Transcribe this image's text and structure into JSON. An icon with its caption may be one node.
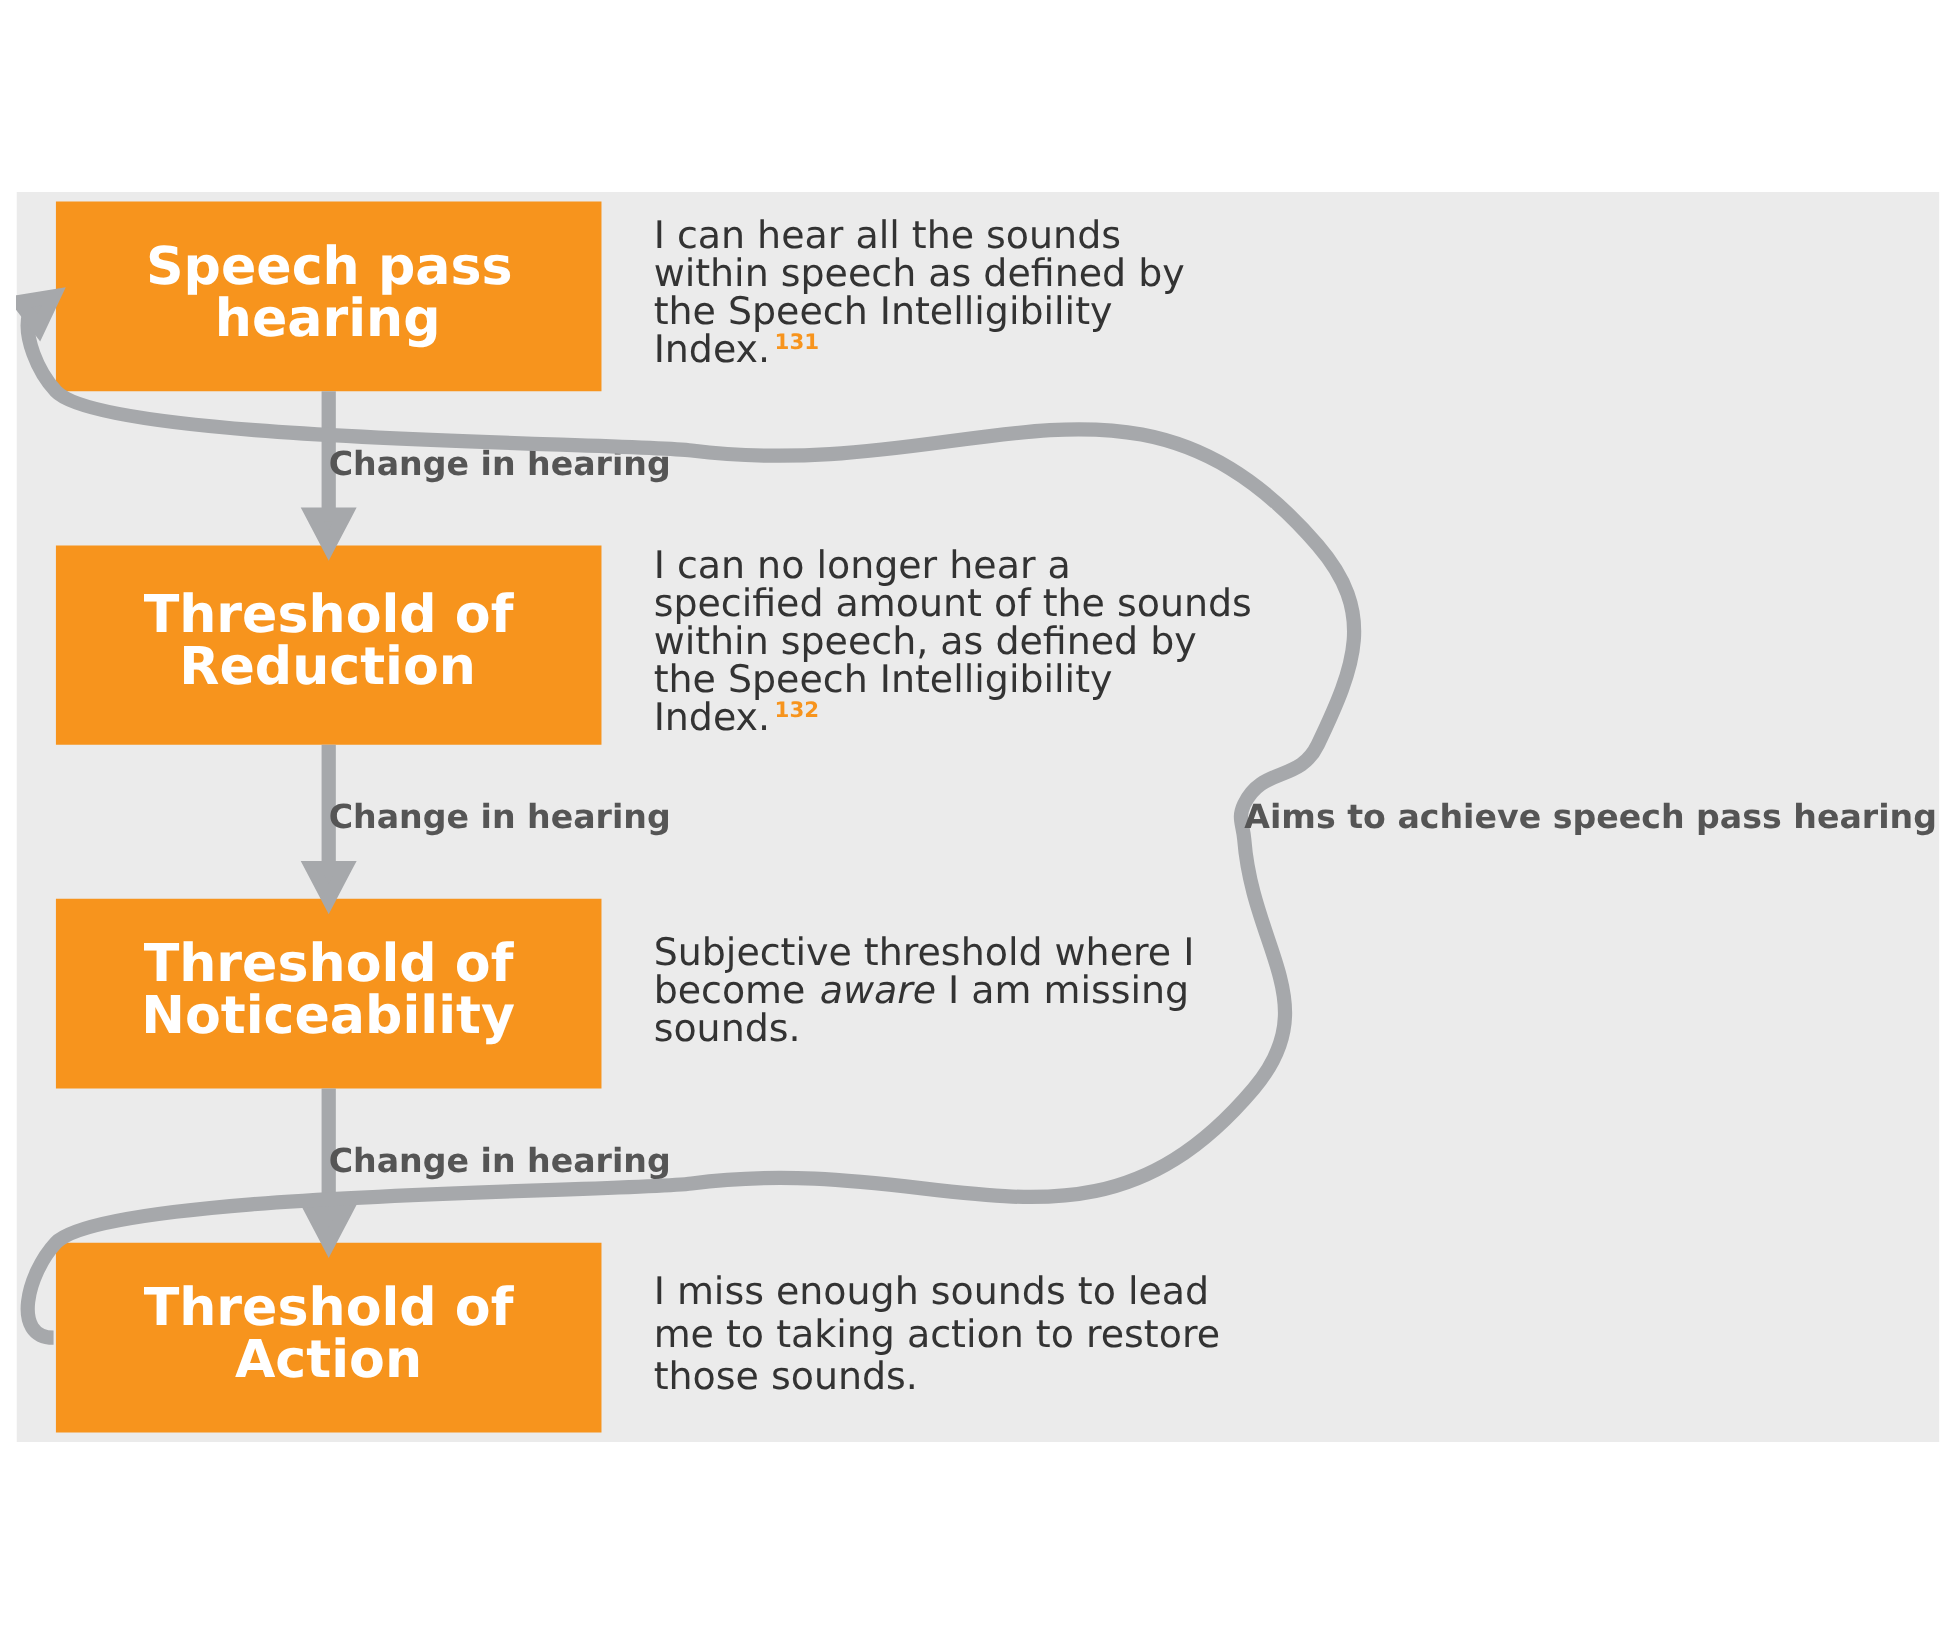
{
  "diagram": {
    "nodes": [
      {
        "text": [
          "Speech pass hearing"
        ],
        "beside": [
          "I can hear all the sounds within speech as defined by the Speech Intelligibility Index.$^{131}$"
        ]
      },
      {
        "text": [
          "Threshold of Reduction"
        ],
        "beside": [
          "I can no longer hear a specified amount of the sounds within speech, as defined by the Speech Intelligibility Index.$^{132}$"
        ]
      },
      {
        "text": [
          "Threshold of Noticeability"
        ],
        "beside": [
          "Subjective threshold where I become *aware* I am missing sounds."
        ]
      },
      {
        "text": [
          "Threshold of Action"
        ],
        "beside": [
          "I miss enough sounds to lead me to taking action to restore those sounds."
        ]
      }
    ],
    "edges": [
      {
        "from": 0,
        "to": 1,
        "arrow": "to",
        "label": "Change in hearing"
      },
      {
        "from": 1,
        "to": 2,
        "arrow": "to",
        "label": "Change in hearing"
      },
      {
        "from": 2,
        "to": 3,
        "arrow": "to",
        "label": "Change in hearing"
      },
      {
        "from": 3,
        "to": 0,
        "arrow": "to",
        "label": "Aims to achieve speech pass hearing"
      }
    ]
  }
}
